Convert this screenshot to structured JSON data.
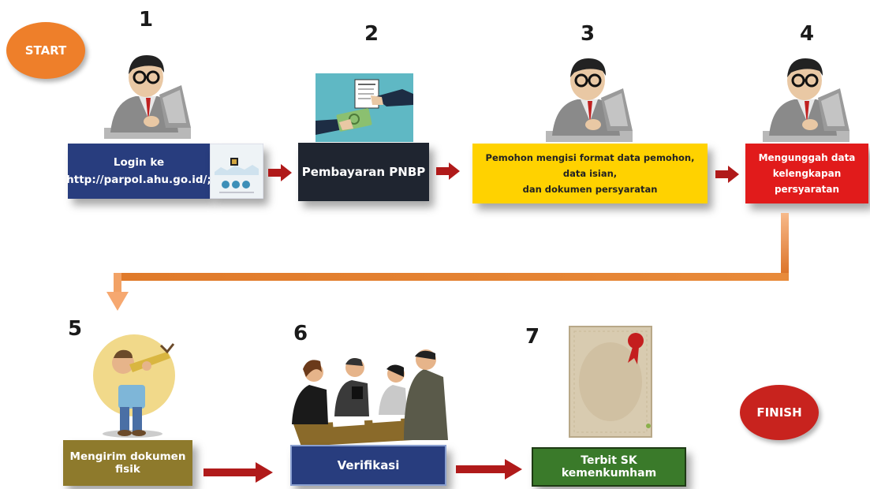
{
  "start_label": "START",
  "finish_label": "FINISH",
  "steps": [
    {
      "number": "1",
      "label_line1": "Login ke",
      "label_line2": "http://parpol.ahu.go.id/;"
    },
    {
      "number": "2",
      "label": "Pembayaran PNBP"
    },
    {
      "number": "3",
      "label_line1": "Pemohon mengisi format data pemohon, data isian,",
      "label_line2": "dan dokumen persyaratan"
    },
    {
      "number": "4",
      "label_line1": "Mengunggah data",
      "label_line2": "kelengkapan persyaratan"
    },
    {
      "number": "5",
      "label": "Mengirim dokumen fisik"
    },
    {
      "number": "6",
      "label": "Verifikasi"
    },
    {
      "number": "7",
      "label": "Terbit SK kemenkumham"
    }
  ],
  "colors": {
    "start_oval": "#ee7f2a",
    "finish_oval": "#c8231e",
    "step1_box": "#283d7e",
    "step2_box": "#1f2530",
    "step3_box": "#ffd200",
    "step4_box": "#e11b1b",
    "step5_box": "#8e7a2c",
    "step6_box": "#283d7e",
    "step7_box": "#3a7a2a",
    "arrow": "#b01a1a",
    "connector": "#ee8a3a"
  }
}
